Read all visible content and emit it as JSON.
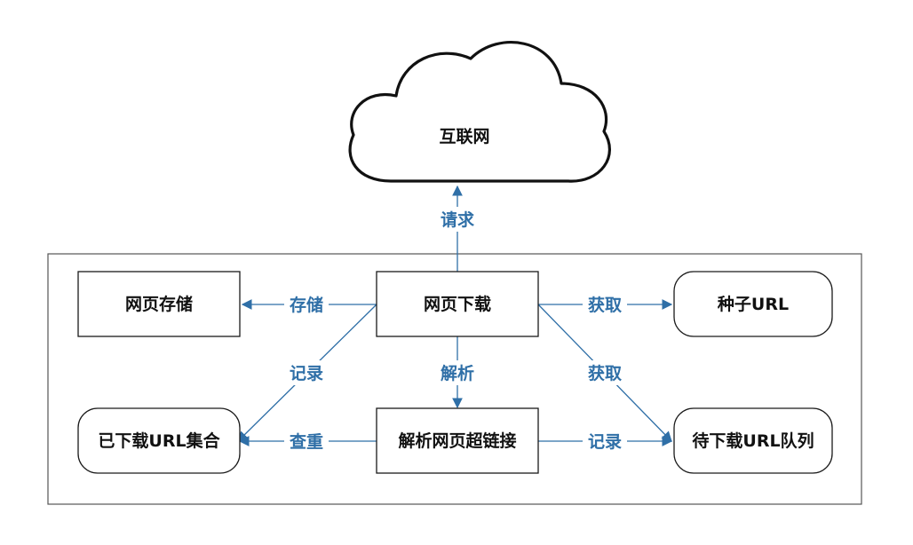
{
  "colors": {
    "edge": "#2f6fa7",
    "node_stroke": "#1a1a1a",
    "node_text": "#111111",
    "background": "#ffffff"
  },
  "nodes": {
    "internet": "互联网",
    "storage": "网页存储",
    "download": "网页下载",
    "seed": "种子URL",
    "downloaded_set": "已下载URL集合",
    "parse": "解析网页超链接",
    "queue": "待下载URL队列"
  },
  "edges": {
    "request": "请求",
    "store": "存储",
    "fetch_seed": "获取",
    "record_downloaded": "记录",
    "parse": "解析",
    "fetch_queue": "获取",
    "dedup": "查重",
    "record_queue": "记录"
  }
}
